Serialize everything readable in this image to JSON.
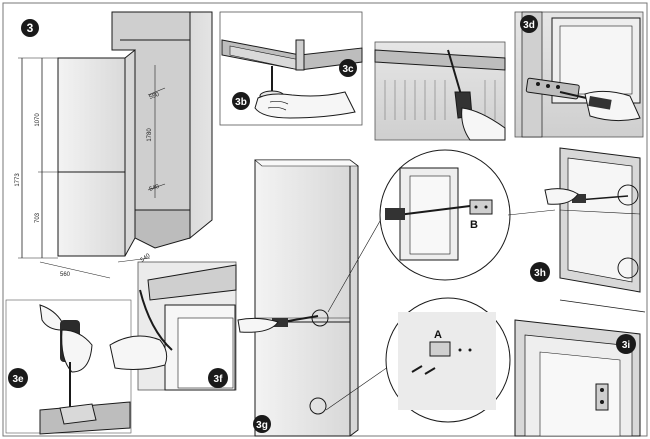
{
  "steps": {
    "s3": "3",
    "s3b": "3b",
    "s3c": "3c",
    "s3d": "3d",
    "s3e": "3e",
    "s3f": "3f",
    "s3g": "3g",
    "s3h": "3h",
    "s3i": "3i"
  },
  "dimensions": {
    "total_height": "1773",
    "upper_height": "1070",
    "lower_height": "703",
    "width": "560",
    "depth": "550",
    "niche_height": "1780",
    "niche_depth": "540",
    "gap": "540"
  },
  "part_labels": {
    "bracket_b": "B",
    "bracket_a": "A"
  },
  "colors": {
    "line": "#1a1a1a",
    "panel_border": "#555555",
    "badge": "#1a1a1a",
    "cabinet_fill": "#d8d8d8",
    "fridge_fill": "#ebebeb"
  }
}
